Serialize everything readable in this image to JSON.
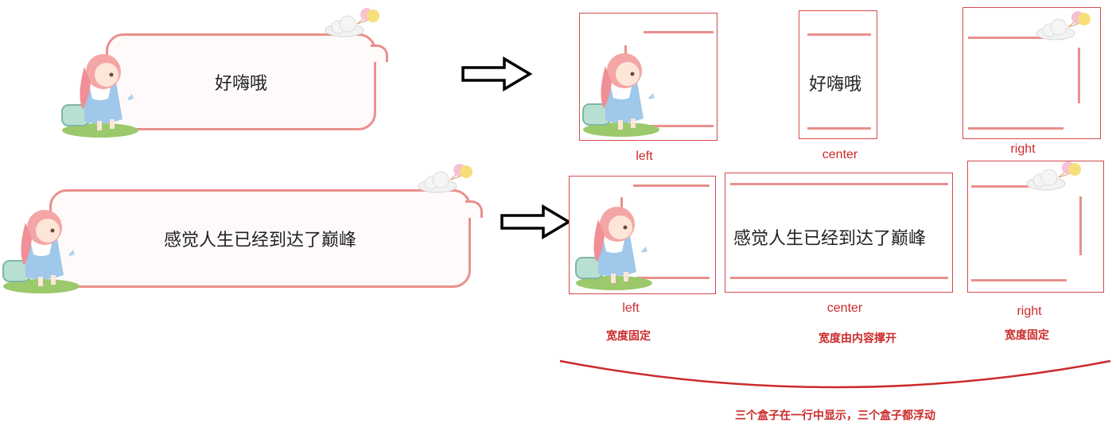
{
  "bubbles": {
    "top_text": "好嗨哦",
    "bottom_text": "感觉人生已经到达了巅峰"
  },
  "slices": {
    "top": {
      "left_label": "left",
      "center_label": "center",
      "right_label": "right",
      "center_text": "好嗨哦"
    },
    "bottom": {
      "left_label": "left",
      "center_label": "center",
      "right_label": "right",
      "center_text": "感觉人生已经到达了巅峰",
      "left_note": "宽度固定",
      "center_note": "宽度由内容撑开",
      "right_note": "宽度固定"
    }
  },
  "summary": "三个盒子在一行中显示，三个盒子都浮动",
  "colors": {
    "bubble_border": "#e9908c",
    "annotation_red": "#cc2a2a",
    "slice_border": "#d64a4a"
  }
}
